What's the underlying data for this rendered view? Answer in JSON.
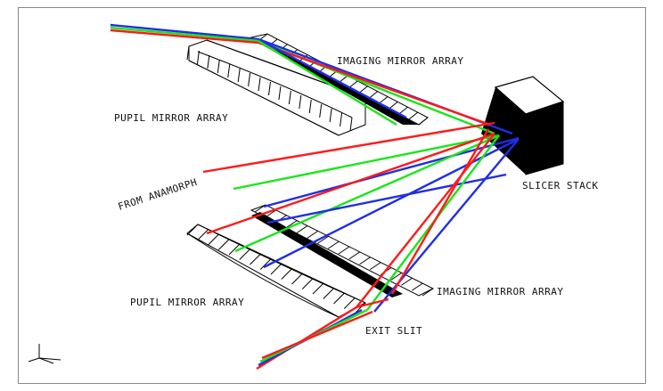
{
  "labels": {
    "imaging_mirror_array_top": "IMAGING MIRROR ARRAY",
    "pupil_mirror_array_top": "PUPIL MIRROR ARRAY",
    "from_anamorph": "FROM ANAMORPH",
    "slicer_stack": "SLICER STACK",
    "pupil_mirror_array_bottom": "PUPIL MIRROR ARRAY",
    "imaging_mirror_array_bottom": "IMAGING MIRROR ARRAY",
    "exit_slit": "EXIT SLIT"
  },
  "colors": {
    "red": "#ff1a1a",
    "green": "#19e619",
    "blue": "#1f2ee6",
    "outline": "#000000"
  }
}
